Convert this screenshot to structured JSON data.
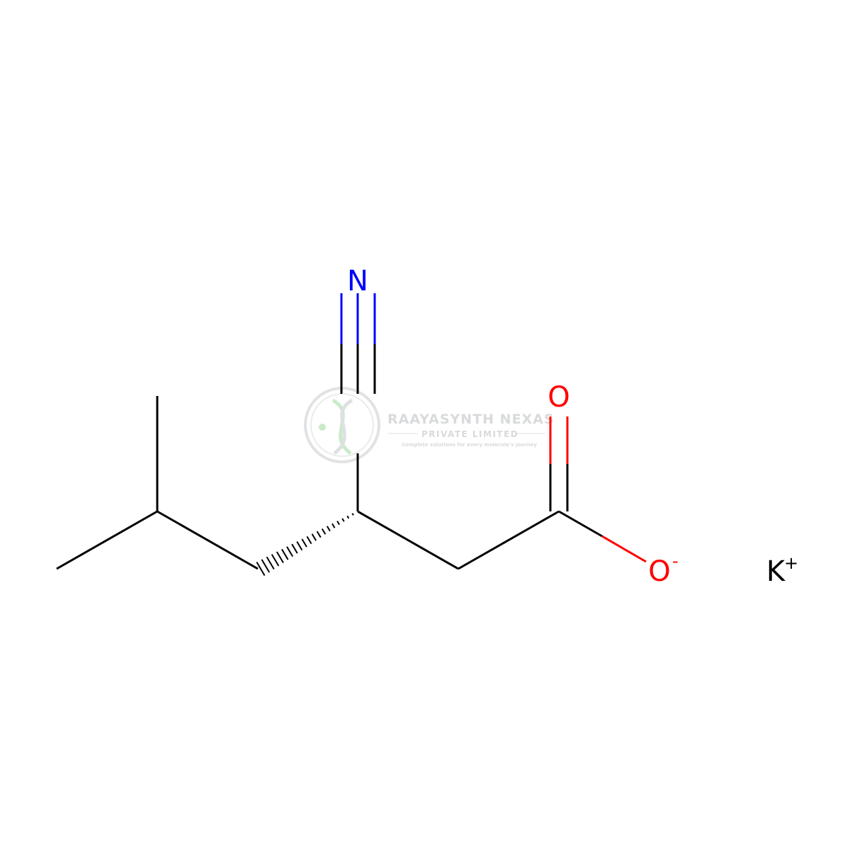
{
  "molecule": {
    "atoms": {
      "nitrogen": "N",
      "carbonyl_oxygen": "O",
      "oxide_oxygen": "O",
      "oxide_charge": "-",
      "potassium": "K",
      "potassium_charge": "+"
    },
    "colors": {
      "bond": "#000000",
      "nitrogen": "#0000ff",
      "oxygen": "#ff0000",
      "potassium": "#000000"
    }
  },
  "watermark": {
    "name": "RAAYASYNTH NEXAS",
    "subtitle": "PRIVATE LIMITED",
    "tagline": "Complete solutions for every molecule's journey",
    "color": "#b9bcc0",
    "accent": "#7ecf7e"
  }
}
